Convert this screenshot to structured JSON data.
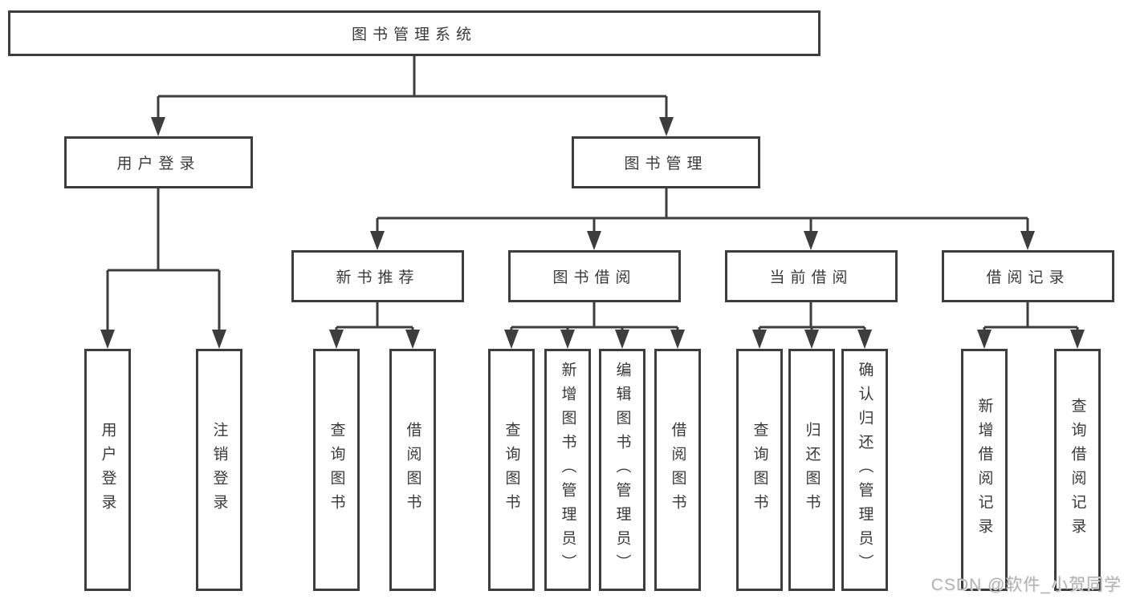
{
  "diagram_title": "图书管理系统",
  "tree": {
    "label": "图书管理系统",
    "children": [
      {
        "label": "用户登录",
        "children": [
          {
            "label": "用户登录"
          },
          {
            "label": "注销登录"
          }
        ]
      },
      {
        "label": "图书管理",
        "children": [
          {
            "label": "新书推荐",
            "children": [
              {
                "label": "查询图书"
              },
              {
                "label": "借阅图书"
              }
            ]
          },
          {
            "label": "图书借阅",
            "children": [
              {
                "label": "查询图书"
              },
              {
                "label": "新增图书（管理员）"
              },
              {
                "label": "编辑图书（管理员）"
              },
              {
                "label": "借阅图书"
              }
            ]
          },
          {
            "label": "当前借阅",
            "children": [
              {
                "label": "查询图书"
              },
              {
                "label": "归还图书"
              },
              {
                "label": "确认归还（管理员）"
              }
            ]
          },
          {
            "label": "借阅记录",
            "children": [
              {
                "label": "新增借阅记录"
              },
              {
                "label": "查询借阅记录"
              }
            ]
          }
        ]
      }
    ]
  },
  "watermark": "CSDN @软件_小贺同学",
  "colors": {
    "line": "#3d3d3d",
    "text": "#3a3a3a",
    "background": "#ffffff",
    "watermark": "#b3b3b3"
  }
}
